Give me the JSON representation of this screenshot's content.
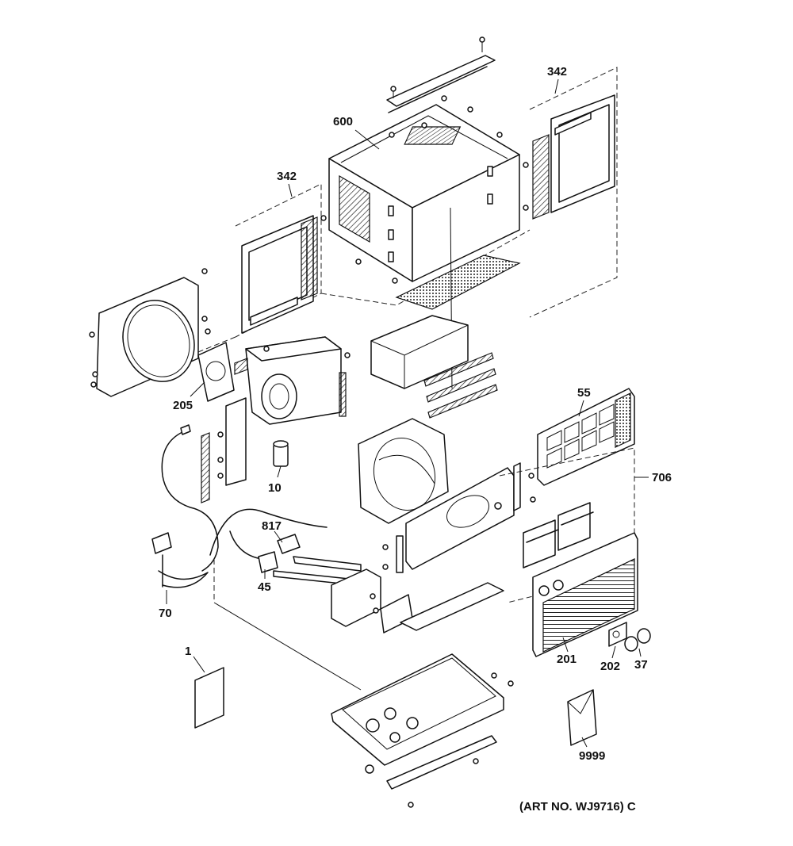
{
  "callouts": [
    {
      "id": "600",
      "text": "600"
    },
    {
      "id": "342a",
      "text": "342"
    },
    {
      "id": "342b",
      "text": "342"
    },
    {
      "id": "205",
      "text": "205"
    },
    {
      "id": "55",
      "text": "55"
    },
    {
      "id": "706",
      "text": "706"
    },
    {
      "id": "10",
      "text": "10"
    },
    {
      "id": "817",
      "text": "817"
    },
    {
      "id": "45",
      "text": "45"
    },
    {
      "id": "70",
      "text": "70"
    },
    {
      "id": "1",
      "text": "1"
    },
    {
      "id": "201",
      "text": "201"
    },
    {
      "id": "202",
      "text": "202"
    },
    {
      "id": "37",
      "text": "37"
    },
    {
      "id": "9999",
      "text": "9999"
    }
  ],
  "art_number": "(ART NO. WJ9716) C"
}
